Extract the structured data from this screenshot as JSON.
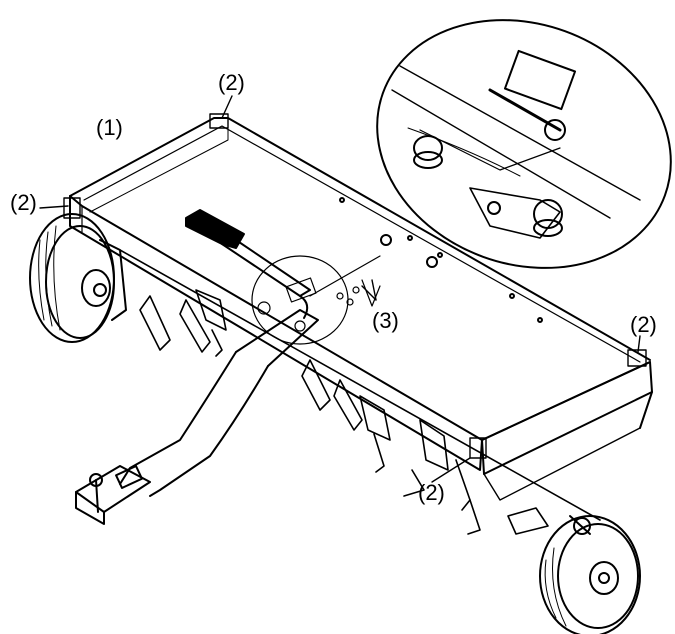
{
  "diagram": {
    "callouts": [
      {
        "id": "c1",
        "text": "(1)"
      },
      {
        "id": "c2a",
        "text": "(2)"
      },
      {
        "id": "c2b",
        "text": "(2)"
      },
      {
        "id": "c3",
        "text": "(3)"
      },
      {
        "id": "c2c",
        "text": "(2)"
      },
      {
        "id": "c2d",
        "text": "(2)"
      }
    ]
  },
  "colors": {
    "line": "#000000",
    "background": "#ffffff"
  }
}
